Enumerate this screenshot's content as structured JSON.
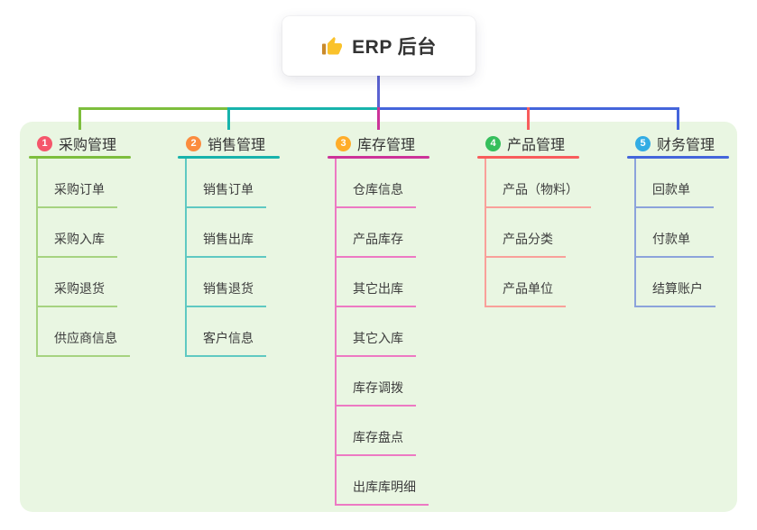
{
  "canvas": {
    "background": "#ffffff"
  },
  "panel": {
    "background": "#E9F6E2"
  },
  "root": {
    "icon": "thumbs-up-icon",
    "label": "ERP 后台",
    "connector_color": "#5B62D2"
  },
  "branches": [
    {
      "num": "1",
      "label": "采购管理",
      "badge_color": "#F5566B",
      "line_color": "#7DBE3D",
      "child_line_color": "#A6D380",
      "children": [
        "采购订单",
        "采购入库",
        "采购退货",
        "供应商信息"
      ]
    },
    {
      "num": "2",
      "label": "销售管理",
      "badge_color": "#FB8C3E",
      "line_color": "#17B3AC",
      "child_line_color": "#5FC9C2",
      "children": [
        "销售订单",
        "销售出库",
        "销售退货",
        "客户信息"
      ]
    },
    {
      "num": "3",
      "label": "库存管理",
      "badge_color": "#FFAD29",
      "line_color": "#CC3399",
      "child_line_color": "#ED79C3",
      "children": [
        "仓库信息",
        "产品库存",
        "其它出库",
        "其它入库",
        "库存调拨",
        "库存盘点",
        "出库库明细"
      ]
    },
    {
      "num": "4",
      "label": "产品管理",
      "badge_color": "#35BF5C",
      "line_color": "#F85C5C",
      "child_line_color": "#F9A09A",
      "children": [
        "产品（物料）",
        "产品分类",
        "产品单位"
      ]
    },
    {
      "num": "5",
      "label": "财务管理",
      "badge_color": "#32ACE4",
      "line_color": "#4465DB",
      "child_line_color": "#8CA3DB",
      "children": [
        "回款单",
        "付款单",
        "结算账户"
      ]
    }
  ]
}
